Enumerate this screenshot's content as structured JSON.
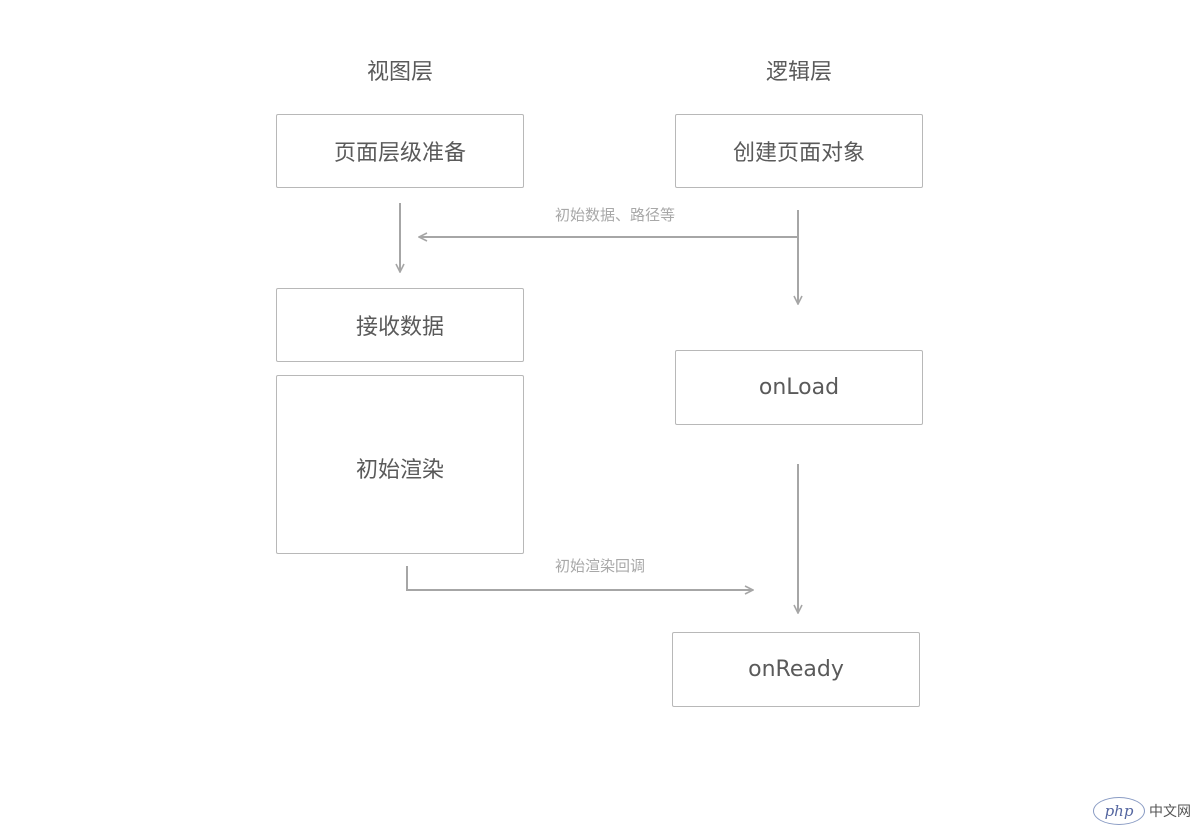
{
  "columns": {
    "view": "视图层",
    "logic": "逻辑层"
  },
  "nodes": {
    "page_prepare": "页面层级准备",
    "create_page": "创建页面对象",
    "receive_data": "接收数据",
    "initial_render": "初始渲染",
    "on_load": "onLoad",
    "on_ready": "onReady"
  },
  "edges": {
    "init_data": "初始数据、路径等",
    "render_callback": "初始渲染回调"
  },
  "colors": {
    "line": "#a6a6a6",
    "border": "#b8b8b8",
    "text": "#5a5a5a",
    "label": "#a8a8a8"
  },
  "watermark": {
    "logo": "php",
    "text": "中文网"
  }
}
